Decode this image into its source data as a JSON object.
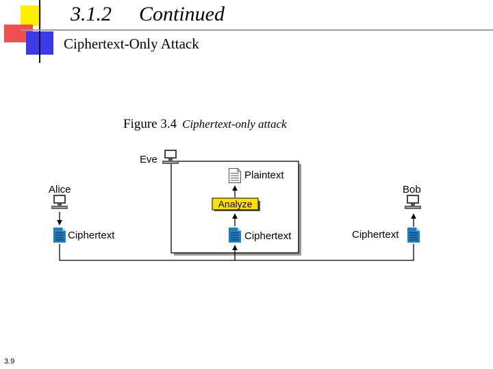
{
  "slide": {
    "number_label": "3.1.2",
    "title": "Continued",
    "subtitle": "Ciphertext-Only Attack",
    "page_number": "3.9"
  },
  "figure": {
    "number": "Figure 3.4",
    "title": "Ciphertext-only attack"
  },
  "diagram": {
    "eve_label": "Eve",
    "alice_label": "Alice",
    "bob_label": "Bob",
    "plaintext_label": "Plaintext",
    "analyze_label": "Analyze",
    "alice_ciphertext_label": "Ciphertext",
    "eve_ciphertext_label": "Ciphertext",
    "bob_ciphertext_label": "Ciphertext",
    "analyze_box_color": "#ffe100"
  }
}
